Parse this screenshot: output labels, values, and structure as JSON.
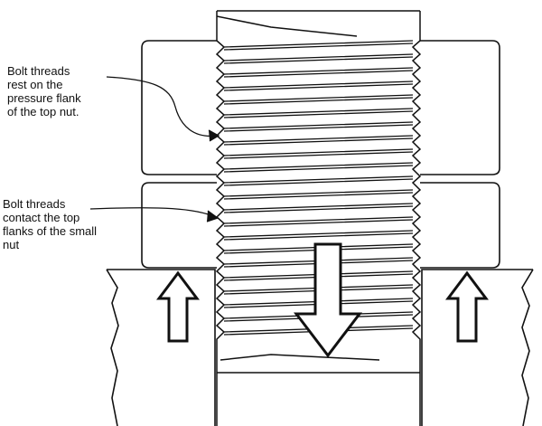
{
  "callouts": {
    "top_nut": {
      "lines": [
        "Bolt threads",
        "rest on the",
        "pressure flank",
        "of the top nut."
      ]
    },
    "small_nut": {
      "lines": [
        "Bolt threads",
        "contact the top",
        "flanks of the small",
        "nut"
      ]
    }
  },
  "arrows": {
    "bolt_force": "down",
    "support_force": "up"
  },
  "colors": {
    "line": "#111111",
    "background": "#ffffff"
  }
}
